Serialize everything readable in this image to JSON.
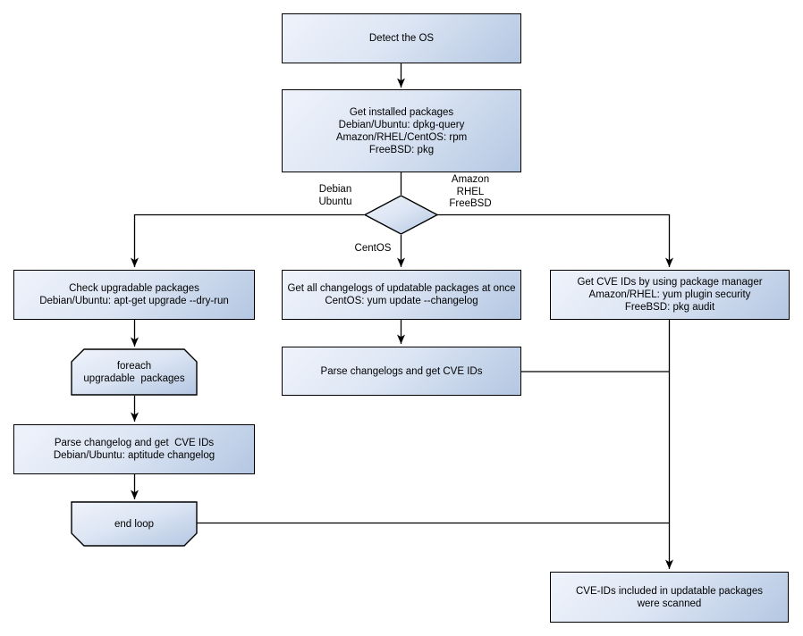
{
  "diagram": {
    "type": "flowchart",
    "colors": {
      "background": "#ffffff",
      "node_fill_light": "#eff3fb",
      "node_fill_dark": "#b4c7e2",
      "node_border": "#000000",
      "connector": "#000000"
    },
    "nodes": {
      "detect_os": {
        "lines": [
          "Detect the OS"
        ]
      },
      "get_installed_packages": {
        "lines": [
          "Get installed packages",
          "Debian/Ubuntu: dpkg-query",
          "Amazon/RHEL/CentOS: rpm",
          "FreeBSD: pkg"
        ]
      },
      "os_decision": {
        "shape": "diamond"
      },
      "check_upgradable_packages": {
        "lines": [
          "Check upgradable packages",
          "Debian/Ubuntu: apt-get upgrade --dry-run"
        ]
      },
      "foreach_loop": {
        "lines": [
          "foreach",
          "upgradable  packages"
        ]
      },
      "parse_changelog_debian": {
        "lines": [
          "Parse changelog and get  CVE IDs",
          "Debian/Ubuntu: aptitude changelog"
        ]
      },
      "end_loop": {
        "lines": [
          "end loop"
        ]
      },
      "get_all_changelogs": {
        "lines": [
          "Get all changelogs of updatable packages at once",
          "CentOS: yum update --changelog"
        ]
      },
      "parse_changelogs": {
        "lines": [
          "Parse changelogs and get CVE IDs"
        ]
      },
      "get_cve_ids_pkg_manager": {
        "lines": [
          "Get CVE IDs by using package manager",
          "Amazon/RHEL: yum plugin security",
          "FreeBSD: pkg audit"
        ]
      },
      "scan_result": {
        "lines": [
          "CVE-IDs included in updatable packages",
          "were scanned"
        ]
      }
    },
    "edge_labels": {
      "debian_ubuntu": {
        "lines": [
          "Debian",
          "Ubuntu"
        ]
      },
      "amazon_rhel_freebsd": {
        "lines": [
          "Amazon",
          "RHEL",
          "FreeBSD"
        ]
      },
      "centos": {
        "lines": [
          "CentOS"
        ]
      }
    }
  }
}
